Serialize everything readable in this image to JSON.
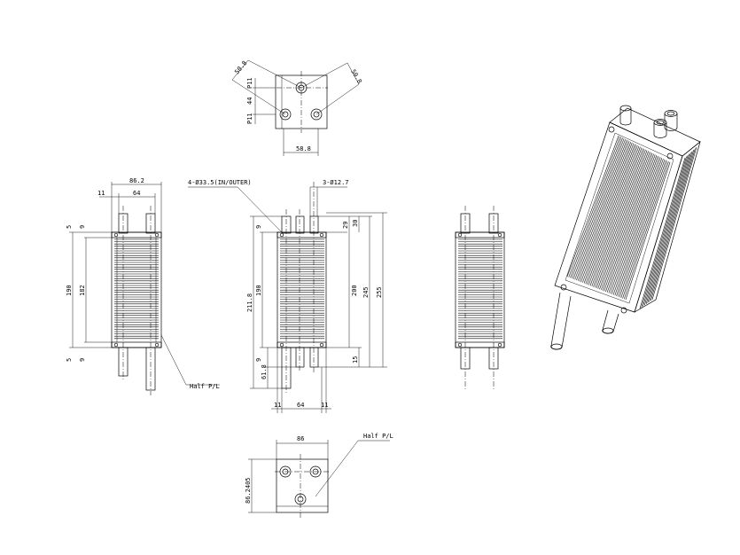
{
  "top_view": {
    "dims": {
      "width_top": "58.8",
      "diag_left": "50.8",
      "diag_right": "50.8",
      "v1": "P11",
      "v2": "44",
      "v3": "P11"
    }
  },
  "front_left": {
    "dims": {
      "overall_width": "86.2",
      "offset": "11",
      "core_width": "64",
      "top_gap_a": "5",
      "top_gap_b": "9",
      "height_a": "190",
      "height_b": "182",
      "bot_gap_a": "5",
      "bot_gap_b": "9"
    },
    "leader_label": "Half P/L"
  },
  "front_center": {
    "dims": {
      "top_left": "9",
      "h_inner": "190",
      "h_outer": "211.8",
      "h_200": "200",
      "h_245": "245",
      "h_255": "255",
      "top_29": "29",
      "top_30": "30",
      "bot_9": "9",
      "bot_15": "15",
      "pipe_618": "61.8",
      "bot_11a": "11",
      "bot_64": "64",
      "bot_11b": "11"
    },
    "callout_left": "4-Ø33.5(IN/OUTER)",
    "callout_right": "3-Ø12.7"
  },
  "bottom_view": {
    "dims": {
      "width": "86",
      "height": "86.2405"
    },
    "leader_label": "Half P/L"
  }
}
